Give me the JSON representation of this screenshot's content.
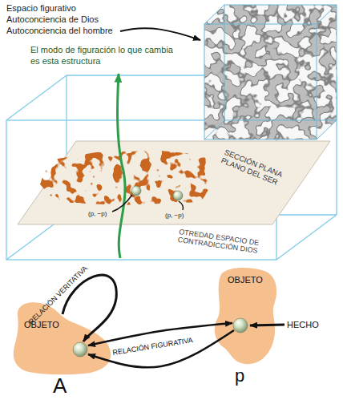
{
  "diagram": {
    "nodes": [
      {
        "text": [
          "OBJETO",
          "A"
        ]
      },
      {
        "text": [
          "OBJETO",
          "p"
        ]
      }
    ],
    "edges": [
      {
        "from": 0,
        "to": 1,
        "arrow": "both"
      },
      {
        "from": 1,
        "to": 0,
        "arrow": "to",
        "label": "RELACIÓN FIGURATIVA"
      }
    ],
    "labels": [
      "Espacio figurativo",
      "Autoconciencia de Dios",
      "Autoconciencia del hombre",
      "El modo de figuración lo que cambia es esta estructura",
      "SECCIÓN PLANA PLANO DEL SER",
      "(p, −p)",
      "(p, −p)",
      "OTREDAD ESPACIO DE CONTRADICCIÓN DIOS",
      "RELACIÓN VERITATIVA",
      "HECHO"
    ]
  }
}
